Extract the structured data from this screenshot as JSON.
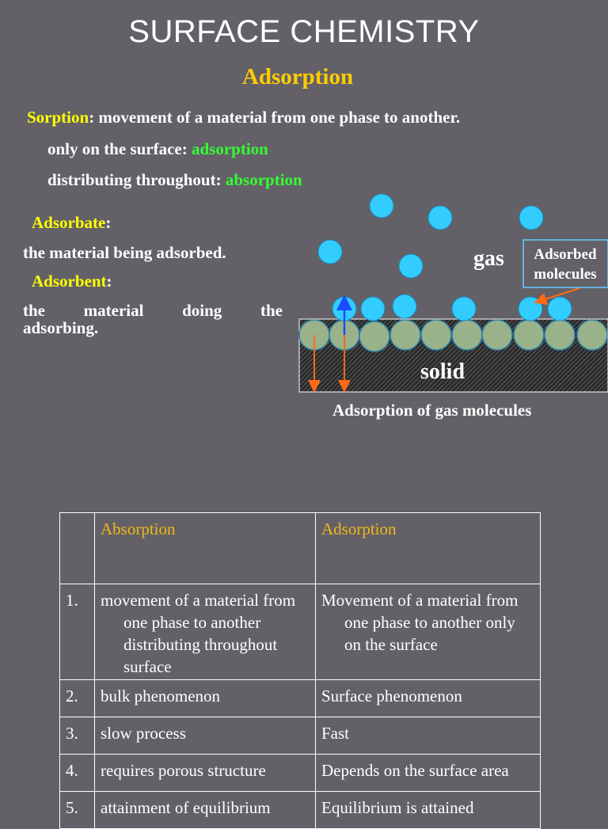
{
  "title": "SURFACE CHEMISTRY",
  "subtitle": "Adsorption",
  "definitions": {
    "sorption_term": "Sorption",
    "sorption_rest": ": movement of a material from one phase to another.",
    "surface_prefix": "only on the surface: ",
    "surface_term": "adsorption",
    "throughout_prefix": "distributing throughout: ",
    "throughout_term": "absorption",
    "adsorbate_term": "Adsorbate",
    "colon": ":",
    "adsorbate_def": "the material being adsorbed.",
    "adsorbent_term": "Adsorbent",
    "adsorbent_def_words": [
      "the",
      "material",
      "doing",
      "the"
    ],
    "adsorbent_def_end": "adsorbing."
  },
  "diagram": {
    "gas_label": "gas",
    "solid_label": "solid",
    "adsorbed_label_line1": "Adsorbed",
    "adsorbed_label_line2": "molecules",
    "caption": "Adsorption of gas molecules",
    "colors": {
      "gas_molecule": "#33ccff",
      "solid_particle": "#99b28a",
      "arrow_orange": "#ff6a13",
      "arrow_blue": "#1a4dff",
      "label_border": "#66ccff"
    }
  },
  "table": {
    "headers": [
      "",
      "Absorption",
      "Adsorption"
    ],
    "rows": [
      {
        "num": "1.",
        "absorption": "movement of a material from one phase to another distributing throughout surface",
        "adsorption": "Movement of a material from one phase to another only on the surface"
      },
      {
        "num": "2.",
        "absorption": "bulk phenomenon",
        "adsorption": "Surface phenomenon"
      },
      {
        "num": "3.",
        "absorption": "slow process",
        "adsorption": "Fast"
      },
      {
        "num": "4.",
        "absorption": "requires porous structure",
        "adsorption": "Depends on the surface area"
      },
      {
        "num": "5.",
        "absorption": "attainment of equilibrium",
        "adsorption": "Equilibrium is attained"
      }
    ]
  }
}
